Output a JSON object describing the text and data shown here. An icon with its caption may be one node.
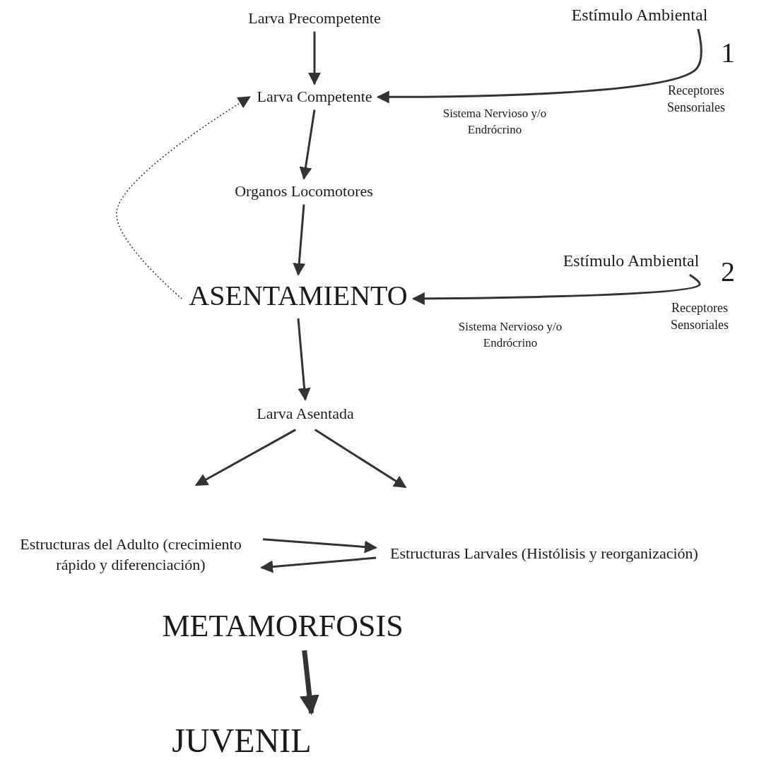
{
  "diagram": {
    "nodes": [
      {
        "text": [
          "Larva Precompetente"
        ]
      },
      {
        "text": [
          "Estímulo Ambiental"
        ],
        "beside": [
          "1"
        ]
      },
      {
        "text": [
          "Larva Competente"
        ]
      },
      {
        "text": [
          "Organos Locomotores"
        ]
      },
      {
        "text": [
          "Estímulo Ambiental"
        ],
        "beside": [
          "2"
        ]
      },
      {
        "text": [
          "ASENTAMIENTO"
        ]
      },
      {
        "text": [
          "Larva Asentada"
        ]
      },
      {
        "text": [
          "Estructuras del Adulto (crecimiento rápido y diferenciación)"
        ]
      },
      {
        "text": [
          "Estructuras Larvales (Histólisis y reorganización)"
        ]
      },
      {
        "text": [
          "METAMORFOSIS"
        ]
      },
      {
        "text": [
          "JUVENIL"
        ]
      }
    ],
    "edges": [
      {
        "from": 0,
        "to": 2,
        "arrow": "to"
      },
      {
        "from": 1,
        "to": 2,
        "arrow": "to"
      },
      {
        "from": 5,
        "to": 2,
        "arrow": "to",
        "style": "dashed"
      },
      {
        "from": 2,
        "to": 3,
        "arrow": "to"
      },
      {
        "from": 3,
        "to": 5,
        "arrow": "to"
      },
      {
        "from": 4,
        "to": 5,
        "arrow": "to"
      },
      {
        "from": 5,
        "to": 6,
        "arrow": "to"
      },
      {
        "from": 6,
        "to": 7,
        "arrow": "to"
      },
      {
        "from": 6,
        "to": 8,
        "arrow": "to"
      },
      {
        "from": 7,
        "to": 8,
        "arrow": "to"
      },
      {
        "from": 8,
        "to": 7,
        "arrow": "to"
      },
      {
        "from": 9,
        "to": 10,
        "arrow": "to",
        "style": "thick"
      }
    ],
    "labels": [
      "Receptores Sensoriales",
      "Sistema Nervioso y/o Endrócrino",
      "Receptores Sensoriales",
      "Sistema Nervioso y/o Endrócrino"
    ]
  }
}
